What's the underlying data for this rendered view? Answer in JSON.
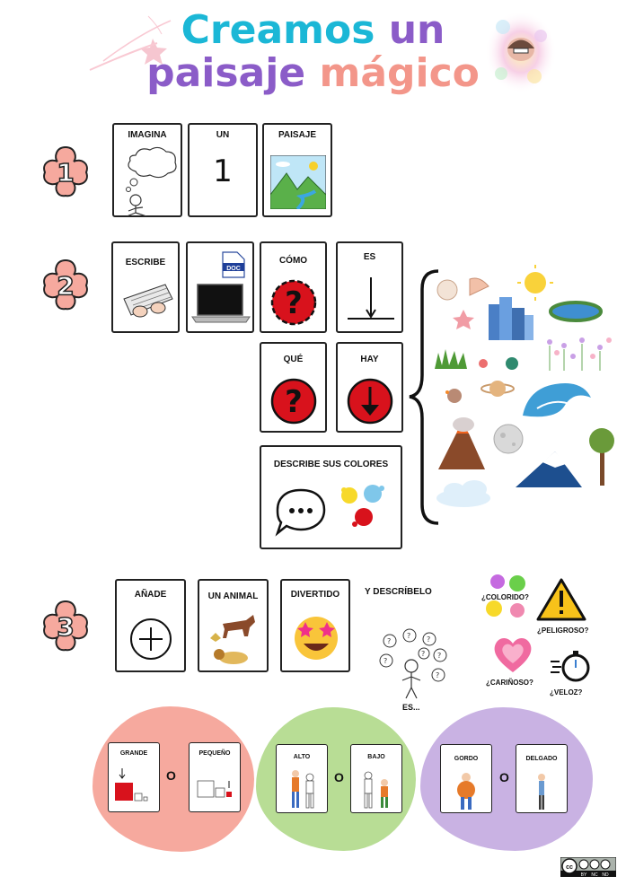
{
  "title": {
    "line1_word1": "Creamos",
    "line1_word2": "un",
    "line2_word1": "paisaje",
    "line2_word2": "mágico"
  },
  "steps": {
    "step1": {
      "number": "1",
      "cards": [
        "IMAGINA",
        "UN",
        "PAISAJE"
      ],
      "un_glyph": "1"
    },
    "step2": {
      "number": "2",
      "cards": [
        "ESCRIBE",
        "",
        "CÓMO",
        "ES",
        "QUÉ",
        "HAY",
        "DESCRIBE SUS COLORES"
      ],
      "doc_label": "DOC"
    },
    "step3": {
      "number": "3",
      "cards": [
        "AÑADE",
        "UN  ANIMAL",
        "DIVERTIDO"
      ],
      "y_describelo": "Y DESCRÍBELO",
      "es": "ES...",
      "qualities": [
        "¿COLORIDO?",
        "¿PELIGROSO?",
        "¿CARIÑOSO?",
        "¿VELOZ?"
      ]
    }
  },
  "pairs": [
    {
      "left": "GRANDE",
      "right": "PEQUEÑO",
      "color": "#f6a99e"
    },
    {
      "left": "ALTO",
      "right": "BAJO",
      "color": "#b8dd95"
    },
    {
      "left": "GORDO",
      "right": "DELGADO",
      "color": "#c9b2e3"
    }
  ],
  "connector": "O",
  "license": {
    "marks": [
      "BY",
      "NC",
      "ND"
    ],
    "cc": "cc"
  },
  "icons": {
    "thought": "thought-bubble-icon",
    "question": "question-mark-icon",
    "down": "down-arrow-icon",
    "plus": "plus-icon",
    "speech": "speech-bubble-icon"
  },
  "colors": {
    "red": "#d8121c",
    "flower": "#f6a99e",
    "cyan": "#1bb7d6",
    "purple": "#8b5cc8",
    "salmon": "#f3968a"
  }
}
